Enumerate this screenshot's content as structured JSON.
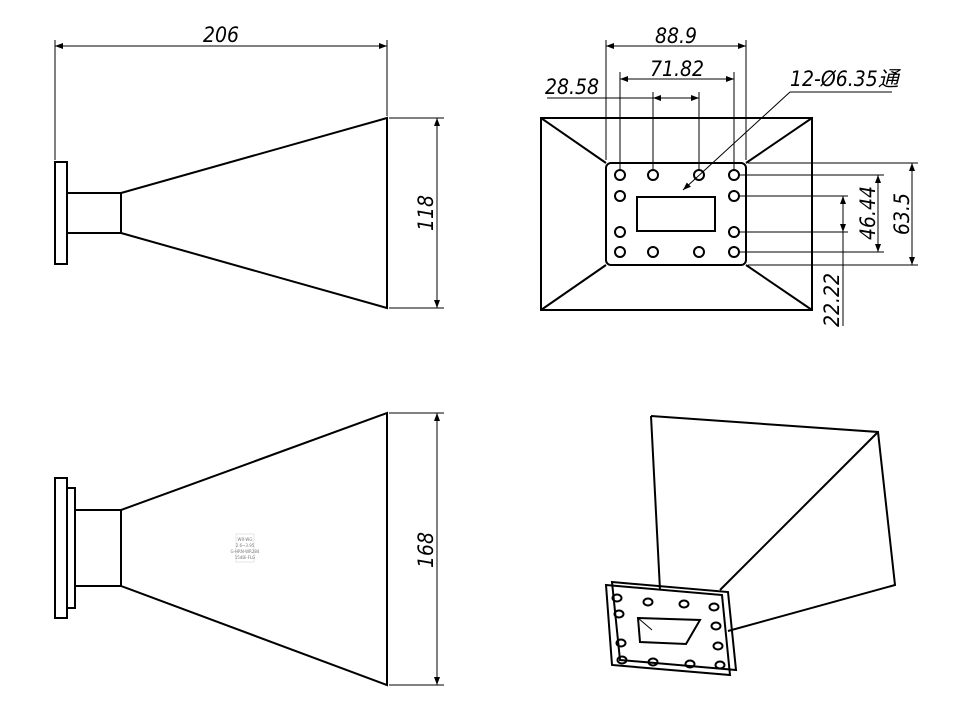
{
  "drawing": {
    "dimensions": {
      "overall_length": "206",
      "height_side": "118",
      "height_top": "168",
      "flange_width": "88.9",
      "bolt_span_x": "71.82",
      "bolt_pitch_x": "28.58",
      "bolt_span_y": "63.5",
      "bolt_span_y_inner": "46.44",
      "bolt_pitch_y": "22.22",
      "hole_callout": "12-Ø6.35通"
    },
    "nameplate": {
      "lines": [
        "WR-WG",
        "2.6~3.95",
        "G-HRN-WR284",
        "15dBi-FLG"
      ]
    }
  }
}
